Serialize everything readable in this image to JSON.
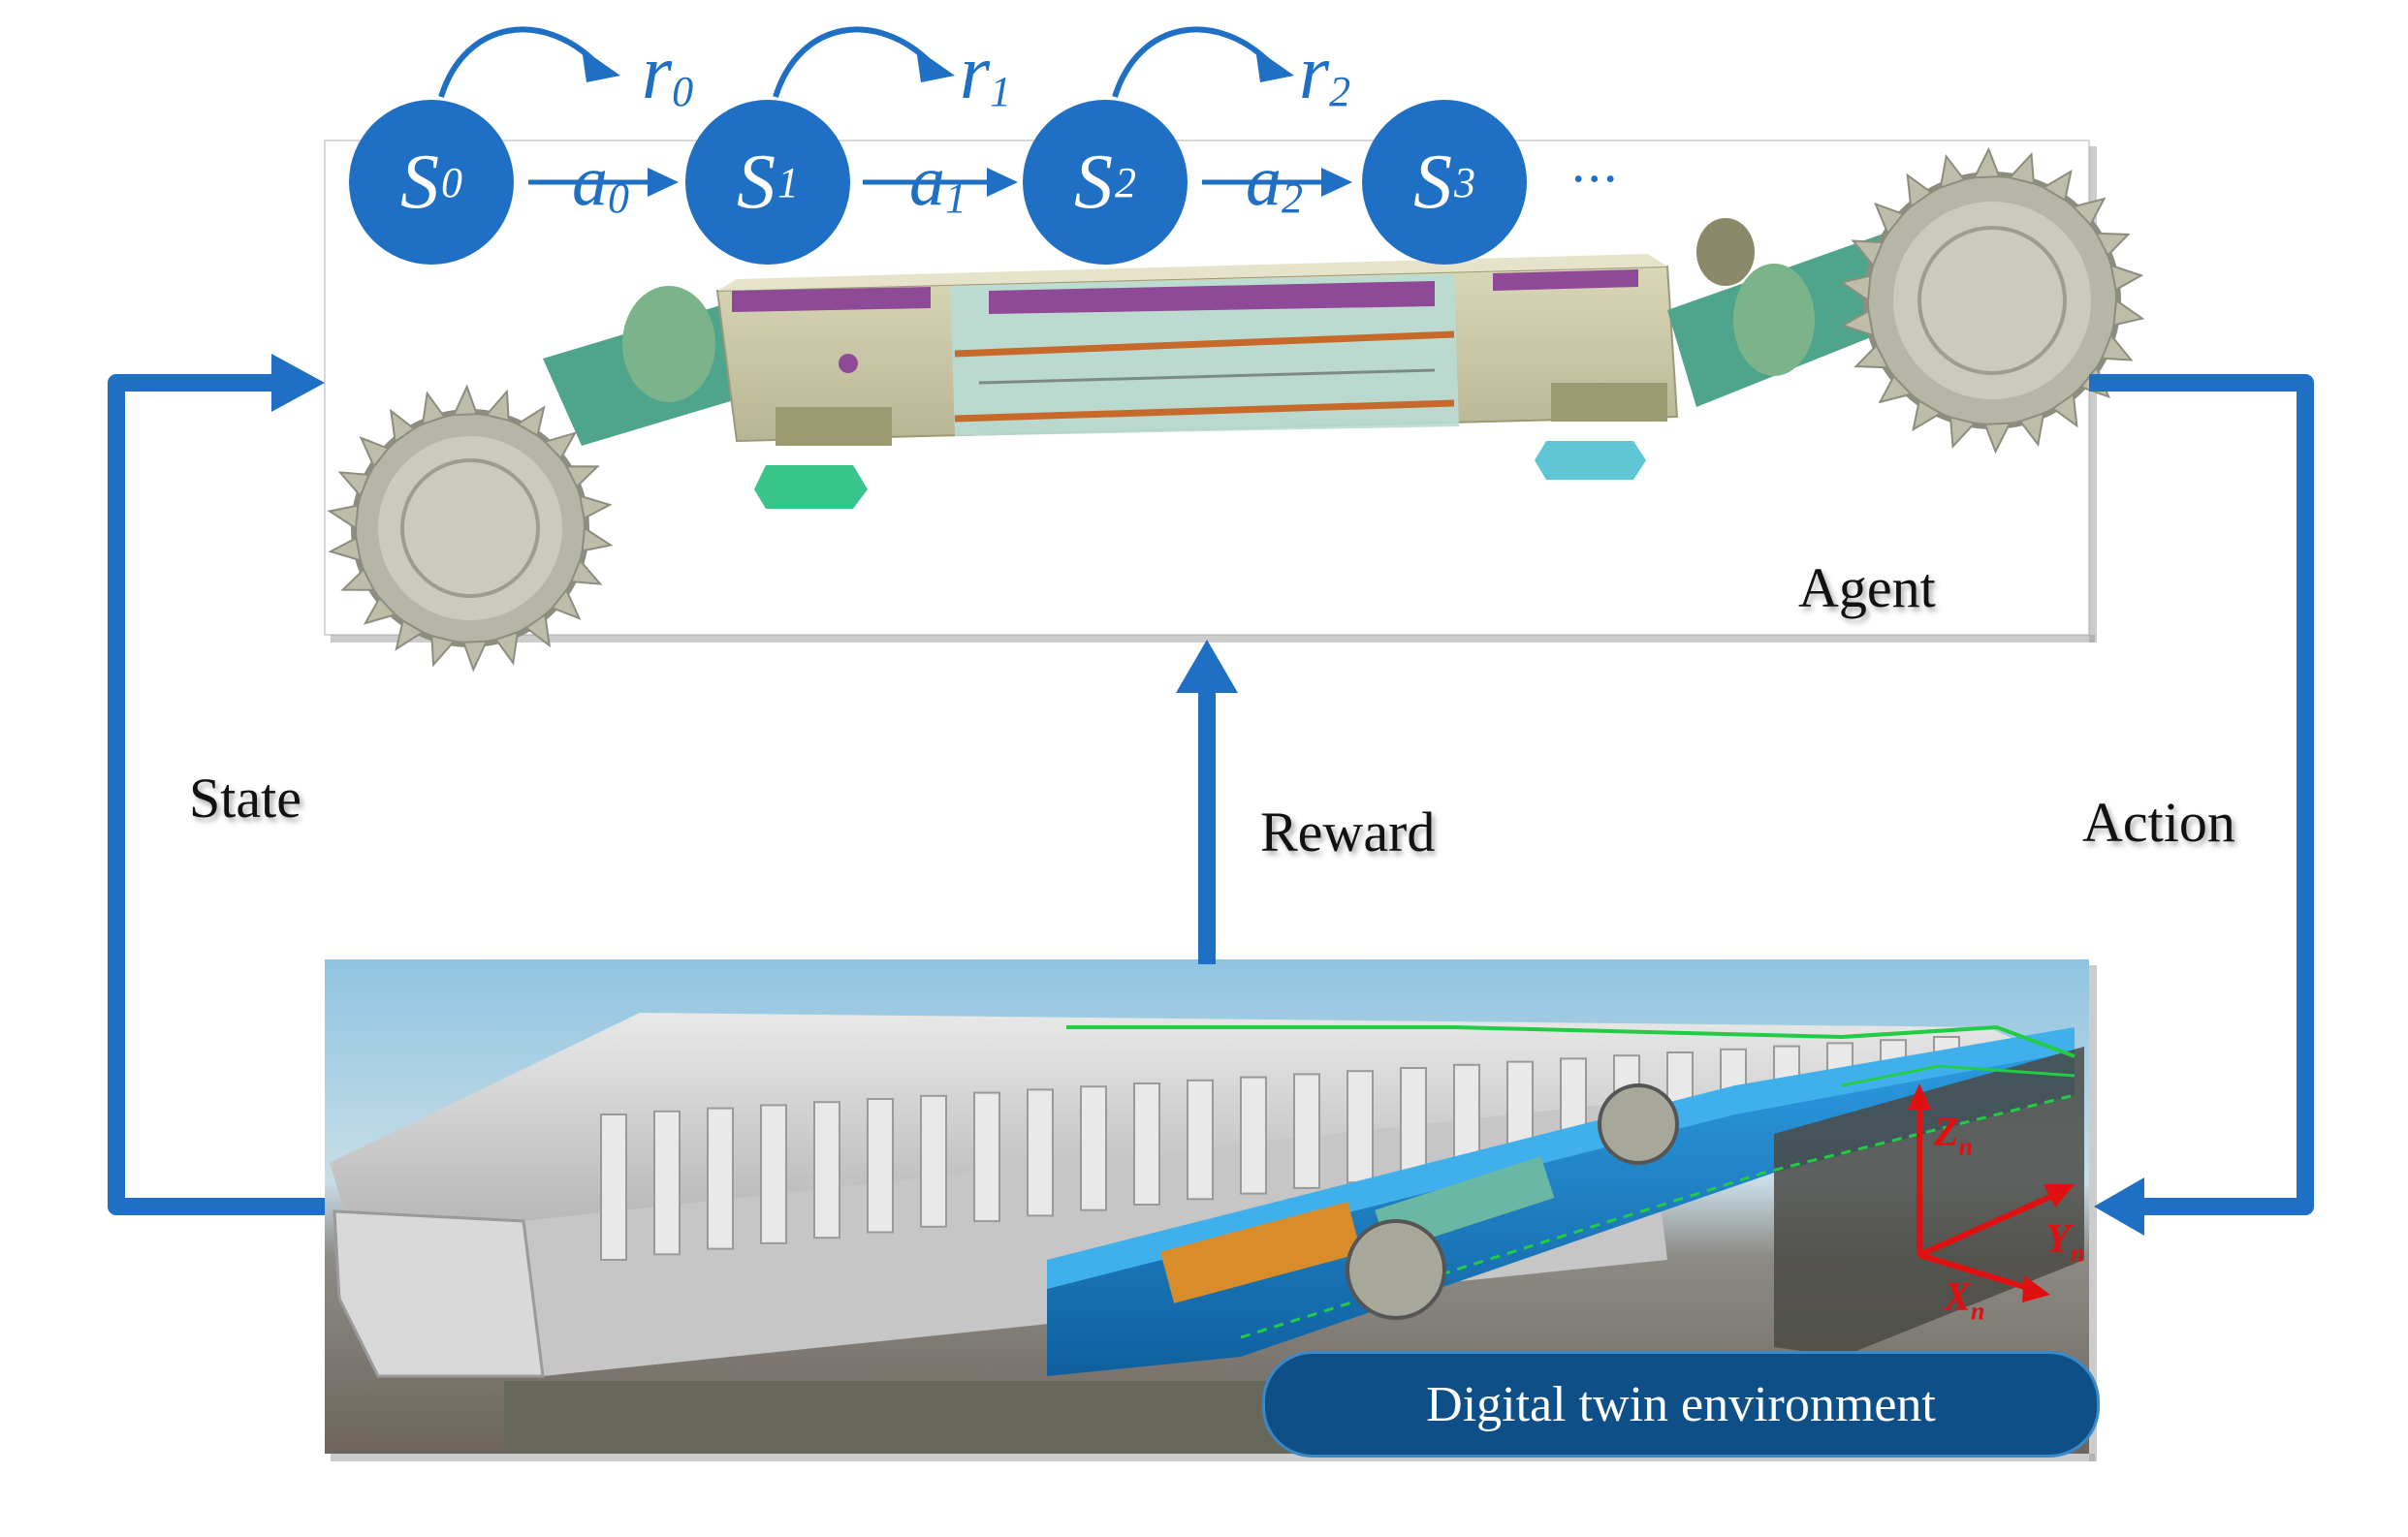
{
  "colors": {
    "accent_blue": "#1f6fc5",
    "badge_blue": "#0e4f88",
    "axis_red": "#e01010"
  },
  "icons": {
    "agent_image": "shearer-machine-icon",
    "env_image": "longwall-face-environment-icon"
  },
  "mdp": {
    "states": [
      {
        "base": "S",
        "index": "0"
      },
      {
        "base": "S",
        "index": "1"
      },
      {
        "base": "S",
        "index": "2"
      },
      {
        "base": "S",
        "index": "3"
      }
    ],
    "actions": [
      {
        "base": "a",
        "index": "0"
      },
      {
        "base": "a",
        "index": "1"
      },
      {
        "base": "a",
        "index": "2"
      }
    ],
    "rewards": [
      {
        "base": "r",
        "index": "0"
      },
      {
        "base": "r",
        "index": "1"
      },
      {
        "base": "r",
        "index": "2"
      }
    ],
    "ellipsis": "···"
  },
  "labels": {
    "agent": "Agent",
    "state": "State",
    "reward": "Reward",
    "action": "Action",
    "environment": "Digital twin environment"
  },
  "axes": {
    "z": {
      "base": "Z",
      "index": "n"
    },
    "y": {
      "base": "Y",
      "index": "n"
    },
    "x": {
      "base": "X",
      "index": "n"
    }
  }
}
